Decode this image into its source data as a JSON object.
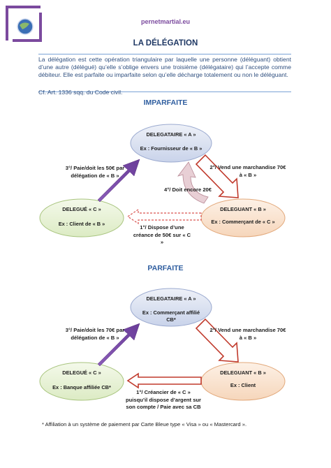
{
  "header": {
    "site": "pernetmartial.eu"
  },
  "title": "LA DÉLÉGATION",
  "definition": {
    "text": "La délégation est cette opération triangulaire par laquelle une personne (déléguant) obtient d’une autre (délégué) qu’elle s’oblige envers une troisième (délégataire) qui l’accepte comme débiteur. Elle est parfaite ou imparfaite selon qu’elle décharge totalement ou non le déléguant.",
    "ref": "Cf. Art. 1336 sqq. du Code civil."
  },
  "imparfaite": {
    "heading": "IMPARFAITE",
    "delegataire": {
      "name": "DELEGATAIRE « A »",
      "ex": "Ex : Fournisseur de « B »"
    },
    "delegue": {
      "name": "DELEGUÉ « C »",
      "ex": "Ex : Client de « B »"
    },
    "deleguant": {
      "name": "DELEGUANT « B »",
      "ex": "Ex : Commerçant de « C »"
    },
    "arrow3": "3°/ Paie/doit les 50€ par délégation de « B »",
    "arrow2": "2°/ Vend une marchandise 70€ à « B »",
    "arrow4": "4°/ Doit encore 20€",
    "arrow1": "1°/ Dispose d’une créance de 50€ sur « C »"
  },
  "parfaite": {
    "heading": "PARFAITE",
    "delegataire": {
      "name": "DELEGATAIRE « A »",
      "ex": "Ex : Commerçant affilié CB*"
    },
    "delegue": {
      "name": "DELEGUÉ « C »",
      "ex": "Ex : Banque affiliée CB*"
    },
    "deleguant": {
      "name": "DELEGUANT « B »",
      "ex": "Ex : Client"
    },
    "arrow3": "3°/ Paie/doit les 70€ par délégation de « B »",
    "arrow2": "2°/ Vend une marchandise 70€ à « B »",
    "arrow1": "1°/ Créancier de « C » puisqu’il dispose d’argent sur son compte / Paie avec sa CB"
  },
  "footnote": "* Affiliation à un système de paiement par Carte Bleue type « Visa » ou « Mastercard ».",
  "colors": {
    "purple": "#7b4a9e",
    "red": "#c0392b",
    "green_fill": "#eaf3d6",
    "blue_fill": "#d6ddee",
    "orange_fill": "#fbe5d3"
  }
}
